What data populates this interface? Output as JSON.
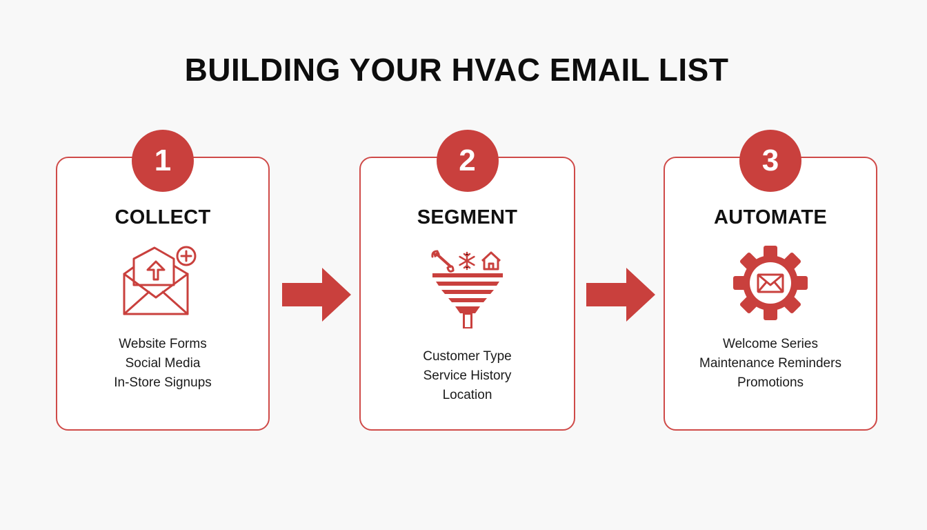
{
  "title": "BUILDING YOUR HVAC EMAIL LIST",
  "colors": {
    "accent": "#c9403d",
    "border": "#cf4a48",
    "background": "#f8f8f8",
    "text": "#111111"
  },
  "steps": [
    {
      "number": "1",
      "title": "COLLECT",
      "icon": "envelope-upload-icon",
      "lines": [
        "Website Forms",
        "Social Media",
        "In-Store Signups"
      ]
    },
    {
      "number": "2",
      "title": "SEGMENT",
      "icon": "funnel-icon",
      "lines": [
        "Customer Type",
        "Service History",
        "Location"
      ]
    },
    {
      "number": "3",
      "title": "AUTOMATE",
      "icon": "gear-envelope-icon",
      "lines": [
        "Welcome Series",
        "Maintenance Reminders",
        "Promotions"
      ]
    }
  ]
}
